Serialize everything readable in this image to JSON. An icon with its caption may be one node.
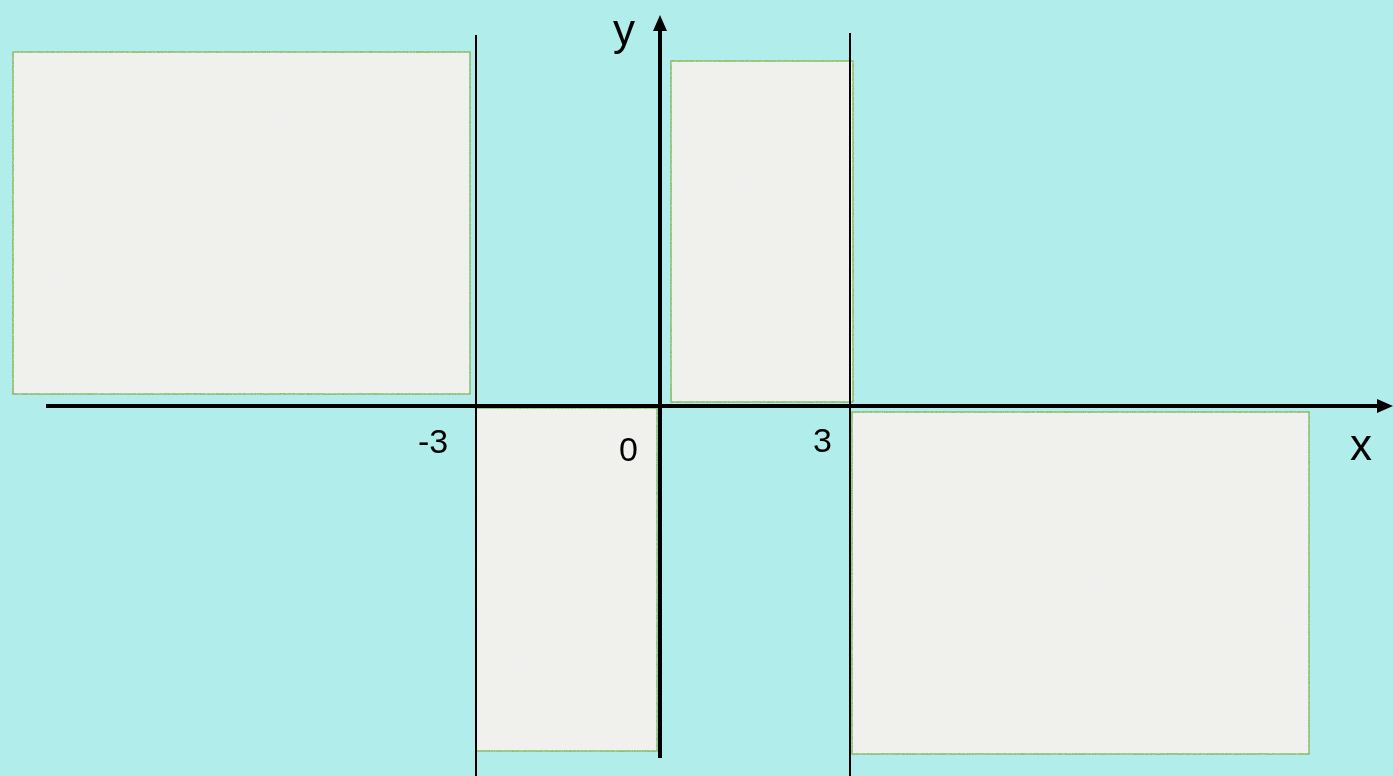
{
  "diagram": {
    "nodes": [
      {
        "text": [],
        "shape": "box"
      },
      {
        "text": [],
        "shape": "box"
      },
      {
        "text": [],
        "shape": "box"
      },
      {
        "text": [],
        "shape": "box"
      }
    ],
    "labels": [
      "y",
      "-3",
      "0",
      "3",
      "x"
    ]
  }
}
